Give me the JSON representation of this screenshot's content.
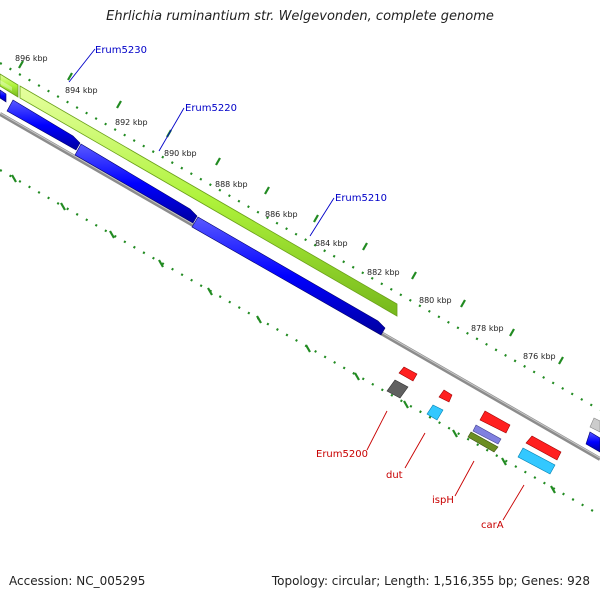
{
  "header": {
    "title": "Ehrlichia ruminantium str. Welgevonden, complete genome"
  },
  "footer": {
    "accession": "Accession: NC_005295",
    "topology": "Topology: circular; Length: 1,516,355 bp; Genes: 928"
  },
  "colors": {
    "plus_strand_gene": "#0000ff",
    "minus_strand_gene": "#ff0000",
    "green_band": "#aef23a",
    "backbone": "#8c8c8c",
    "tick_marks": "#228b22",
    "blue_label": "#0000c8",
    "red_label": "#c80000"
  },
  "ticks": [
    {
      "label": "896 kbp"
    },
    {
      "label": "894 kbp"
    },
    {
      "label": "892 kbp"
    },
    {
      "label": "890 kbp"
    },
    {
      "label": "888 kbp"
    },
    {
      "label": "886 kbp"
    },
    {
      "label": "884 kbp"
    },
    {
      "label": "882 kbp"
    },
    {
      "label": "880 kbp"
    },
    {
      "label": "878 kbp"
    },
    {
      "label": "876 kbp"
    }
  ],
  "outer_genes": [
    {
      "label": "Erum5230"
    },
    {
      "label": "Erum5220"
    },
    {
      "label": "Erum5210"
    }
  ],
  "inner_genes": [
    {
      "label": "Erum5200"
    },
    {
      "label": "dut"
    },
    {
      "label": "ispH"
    },
    {
      "label": "carA"
    }
  ]
}
